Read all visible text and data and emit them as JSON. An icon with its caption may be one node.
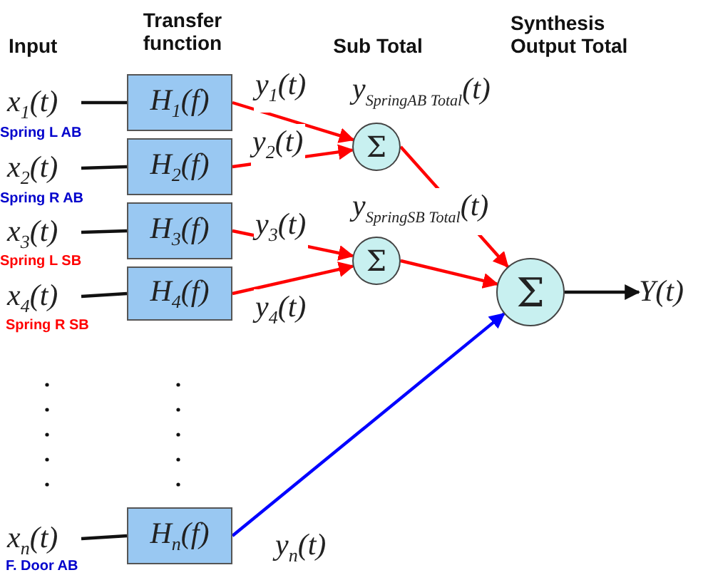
{
  "diagram": {
    "nodes": [
      {
        "text": [
          "x$_{1}$(t)"
        ],
        "beside": [
          "Spring L AB"
        ]
      },
      {
        "text": [
          "x$_{2}$(t)"
        ],
        "beside": [
          "Spring R AB"
        ]
      },
      {
        "text": [
          "x$_{3}$(t)"
        ],
        "beside": [
          "Spring L SB"
        ]
      },
      {
        "text": [
          "x$_{4}$(t)"
        ],
        "beside": [
          "Spring R SB"
        ]
      },
      {
        "text": [
          "x$_{n}$(t)"
        ],
        "beside": [
          "F. Door AB"
        ]
      },
      {
        "text": [
          "H$_{1}$(f)"
        ]
      },
      {
        "text": [
          "H$_{2}$(f)"
        ]
      },
      {
        "text": [
          "H$_{3}$(f)"
        ]
      },
      {
        "text": [
          "H$_{4}$(f)"
        ]
      },
      {
        "text": [
          "H$_{n}$(f)"
        ]
      },
      {
        "text": [
          "Σ"
        ],
        "beside": [
          "y$_{SpringAB Total}$(t)"
        ]
      },
      {
        "text": [
          "Σ"
        ],
        "beside": [
          "y$_{SpringSB Total}$(t)"
        ]
      },
      {
        "text": [
          "Σ"
        ]
      },
      {
        "text": [
          "Y(t)"
        ]
      }
    ],
    "edges": [
      {
        "from": 0,
        "to": 5,
        "arrow": "none"
      },
      {
        "from": 1,
        "to": 6,
        "arrow": "none"
      },
      {
        "from": 2,
        "to": 7,
        "arrow": "none"
      },
      {
        "from": 3,
        "to": 8,
        "arrow": "none"
      },
      {
        "from": 4,
        "to": 9,
        "arrow": "none"
      },
      {
        "from": 5,
        "to": 10,
        "arrow": "to",
        "label": "y$_{1}$(t)",
        "color": "#ff0000"
      },
      {
        "from": 6,
        "to": 10,
        "arrow": "to",
        "label": "y$_{2}$(t)",
        "color": "#ff0000"
      },
      {
        "from": 7,
        "to": 11,
        "arrow": "to",
        "label": "y$_{3}$(t)",
        "color": "#ff0000"
      },
      {
        "from": 8,
        "to": 11,
        "arrow": "to",
        "label": "y$_{4}$(t)",
        "color": "#ff0000"
      },
      {
        "from": 10,
        "to": 12,
        "arrow": "to",
        "color": "#ff0000"
      },
      {
        "from": 11,
        "to": 12,
        "arrow": "to",
        "color": "#ff0000"
      },
      {
        "from": 9,
        "to": 12,
        "arrow": "to",
        "label": "y$_{n}$(t)",
        "color": "#0000ff"
      },
      {
        "from": 12,
        "to": 13,
        "arrow": "to"
      }
    ],
    "labels": [
      "Input",
      "Transfer function",
      "Sub Total",
      "Synthesis Output Total"
    ]
  }
}
